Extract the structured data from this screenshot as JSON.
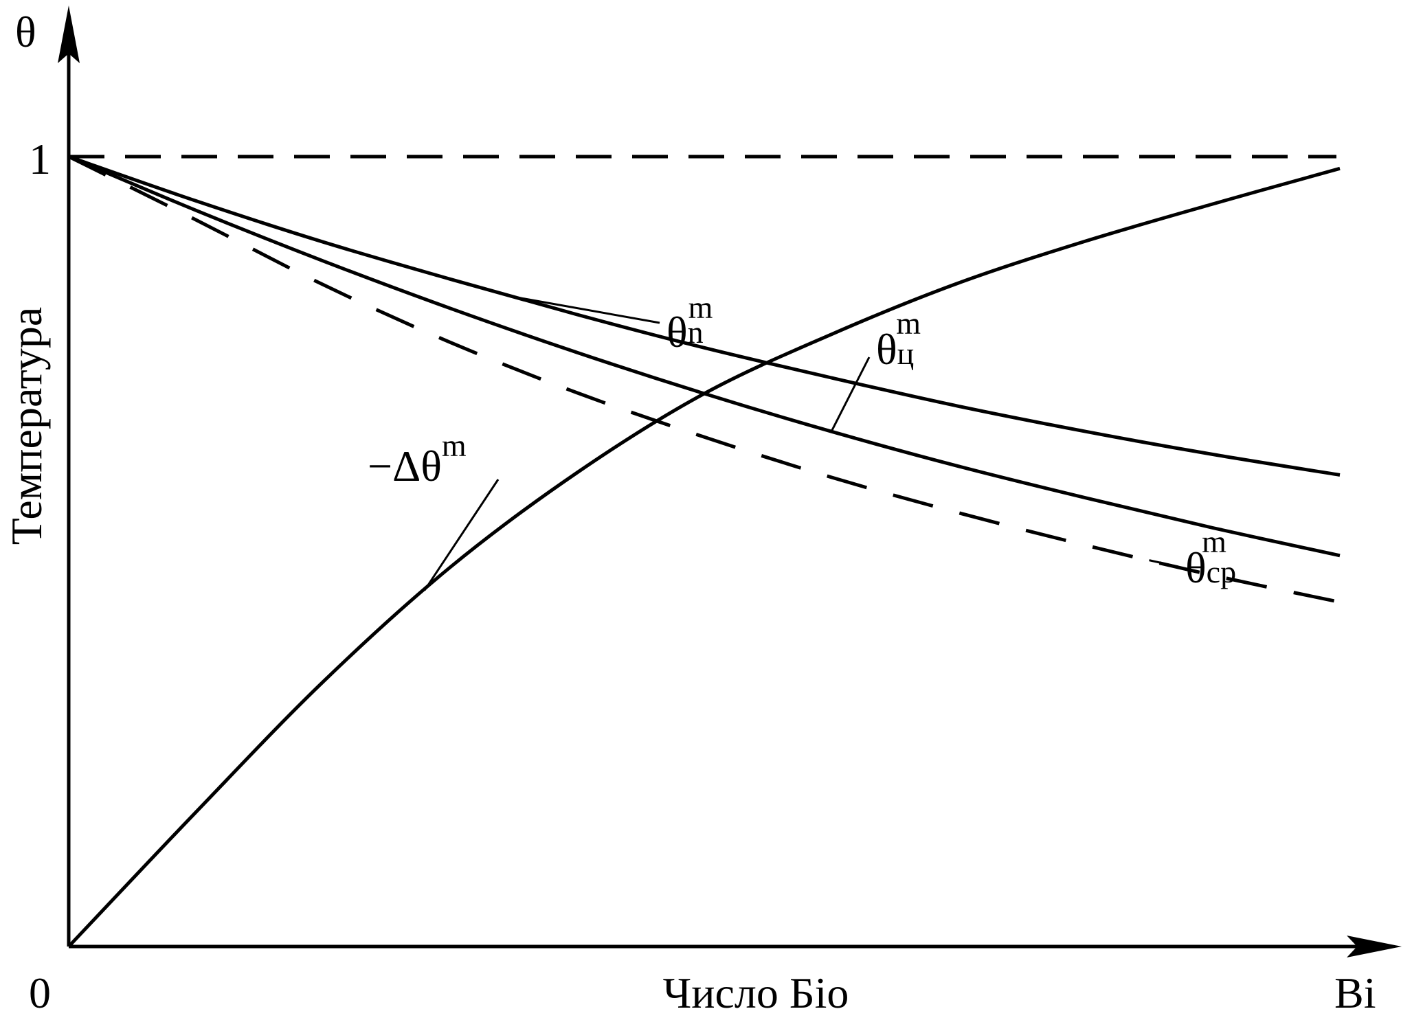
{
  "chart_data": {
    "type": "line",
    "title": "",
    "xlabel": "Число Біо",
    "ylabel": "Температура",
    "x_axis_symbol": "Bi",
    "y_axis_symbol": "θ",
    "x_ticks": [
      "0"
    ],
    "y_ticks": [
      "1"
    ],
    "xlim": [
      0,
      1
    ],
    "ylim": [
      0,
      1
    ],
    "grid": false,
    "legend": "none",
    "reference_line": {
      "y": 1,
      "style": "dashed"
    },
    "series": [
      {
        "label": "θn^m",
        "symbol": "θ",
        "sup": "m",
        "sub": "n",
        "style": "solid",
        "x": [
          0,
          0.1,
          0.2,
          0.3,
          0.4,
          0.5,
          0.6,
          0.7,
          0.8,
          0.9,
          1.0
        ],
        "y": [
          1.0,
          0.944,
          0.892,
          0.845,
          0.8,
          0.758,
          0.72,
          0.684,
          0.652,
          0.623,
          0.597
        ]
      },
      {
        "label": "θц^m",
        "symbol": "θ",
        "sup": "m",
        "sub": "ц",
        "style": "solid",
        "x": [
          0,
          0.1,
          0.2,
          0.3,
          0.4,
          0.5,
          0.6,
          0.7,
          0.8,
          0.9,
          1.0
        ],
        "y": [
          1.0,
          0.932,
          0.868,
          0.808,
          0.752,
          0.7,
          0.652,
          0.608,
          0.568,
          0.53,
          0.495
        ]
      },
      {
        "label": "θcp^m",
        "symbol": "θ",
        "sup": "m",
        "sub": "cp",
        "style": "dashed",
        "x": [
          0,
          0.1,
          0.2,
          0.3,
          0.4,
          0.5,
          0.6,
          0.7,
          0.8,
          0.9,
          1.0
        ],
        "y": [
          1.0,
          0.92,
          0.838,
          0.765,
          0.701,
          0.645,
          0.594,
          0.549,
          0.508,
          0.47,
          0.436
        ]
      },
      {
        "label": "−Δθ^m",
        "symbol": "−Δθ",
        "sup": "m",
        "sub": "",
        "style": "solid",
        "x": [
          0,
          0.1,
          0.2,
          0.3,
          0.4,
          0.5,
          0.6,
          0.7,
          0.8,
          0.9,
          1.0
        ],
        "y": [
          0.0,
          0.17,
          0.335,
          0.48,
          0.6,
          0.7,
          0.775,
          0.84,
          0.893,
          0.94,
          0.985
        ]
      }
    ]
  }
}
